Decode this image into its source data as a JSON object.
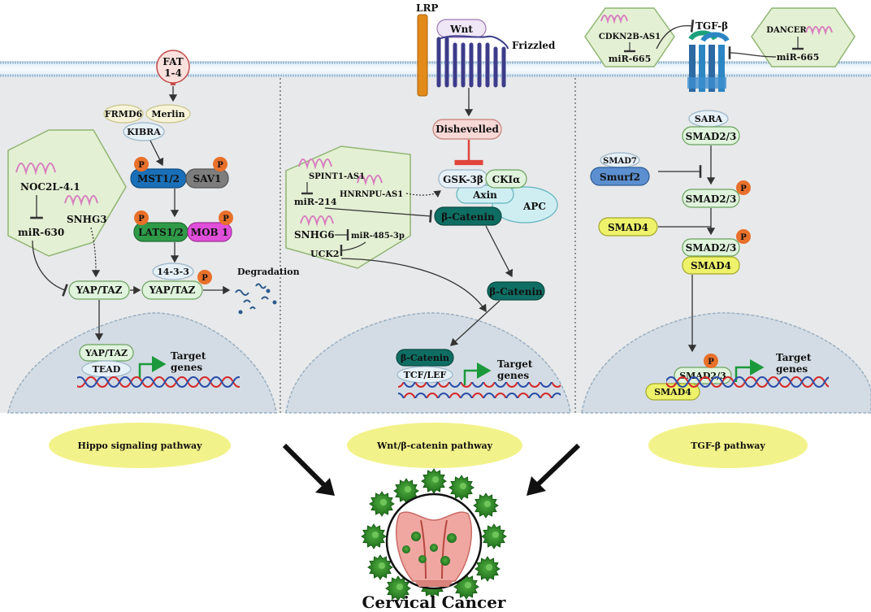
{
  "hippo": {
    "fat": [
      "FAT",
      "1-4"
    ],
    "frmd6": "FRMD6",
    "merlin": "Merlin",
    "kibra": "KIBRA",
    "mst": "MST1/2",
    "sav": "SAV1",
    "lats": "LATS1/2",
    "mob": "MOB 1",
    "p": "P",
    "p1433": "14-3-3",
    "yaptaz": "YAP/TAZ",
    "degradation": "Degradation",
    "tead": "TEAD",
    "target": [
      "Target",
      "genes"
    ],
    "noc": "NOC2L-4.1",
    "snhg3": "SNHG3",
    "mir630": "miR-630",
    "label": "Hippo signaling pathway"
  },
  "wnt": {
    "lrp": "LRP",
    "wnt": "Wnt",
    "frizzled": "Frizzled",
    "dishevelled": "Dishevelled",
    "gsk": "GSK-3β",
    "cki": "CKIα",
    "axin": "Axin",
    "apc": "APC",
    "bcat": "β-Catenin",
    "tcf": "TCF/LEF",
    "target": [
      "Target",
      "genes"
    ],
    "spint": "SPINT1-AS1",
    "hnrnpu": "HNRNPU-AS1",
    "mir214": "miR-214",
    "snhg6": "SNHG6",
    "mir485": "miR-485-3p",
    "uck2": "UCK2",
    "label": "Wnt/β-catenin pathway"
  },
  "tgf": {
    "tgfb": "TGF-β",
    "cdkn": "CDKN2B-AS1",
    "mir665": "miR-665",
    "dancer": "DANCER",
    "sara": "SARA",
    "smad23": "SMAD2/3",
    "smad7": "SMAD7",
    "smurf2": "Smurf2",
    "smad4": "SMAD4",
    "target": [
      "Target",
      "genes"
    ],
    "label": "TGF-β pathway"
  },
  "outcome": "Cervical Cancer",
  "colors": {
    "membrane": "#c7dced",
    "phospho": "#e8702a",
    "hexagon": "#e4f0d4",
    "hexagon_stroke": "#8fb573",
    "label_ellipse": "#f2f28a",
    "dark_teal": "#0f6e63",
    "cell_green": "#2f8f2a"
  }
}
